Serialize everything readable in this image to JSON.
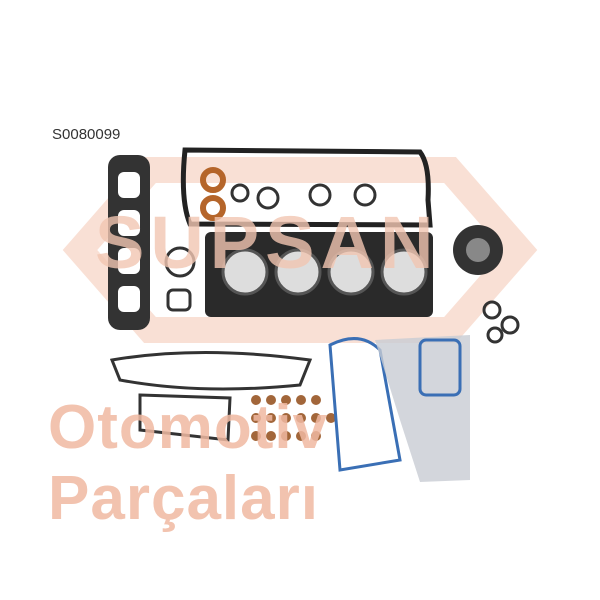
{
  "product": {
    "part_number": "S0080099"
  },
  "watermark": {
    "brand": "SUPSAN",
    "tagline": "Otomotiv Parçaları",
    "color": "#f0b9a2"
  },
  "colors": {
    "gasket": "#222222",
    "accent_gasket": "#3a6fb5",
    "seal": "#b5652a",
    "plate": "#b8bcc4"
  }
}
